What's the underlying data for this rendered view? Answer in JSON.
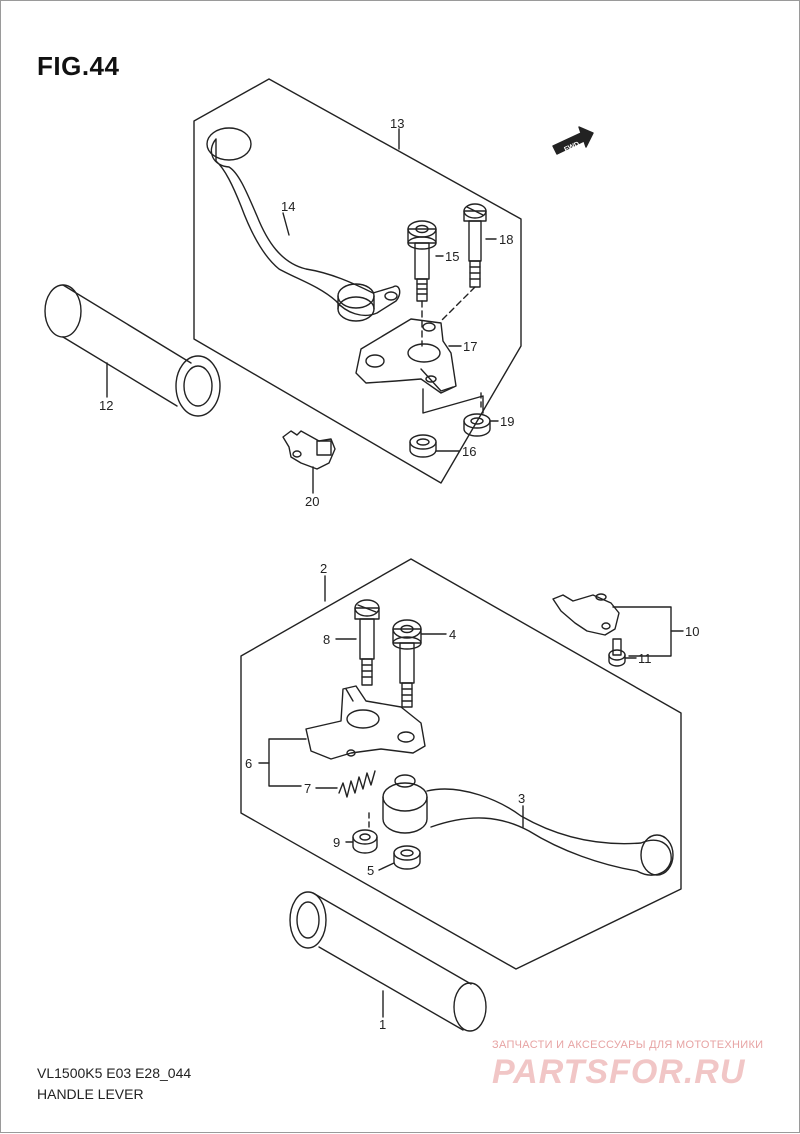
{
  "figure": {
    "title": "FIG.44",
    "model_code": "VL1500K5 E03 E28_044",
    "name": "HANDLE LEVER",
    "fwd_label": "FWD"
  },
  "callouts": {
    "c1": "1",
    "c2": "2",
    "c3": "3",
    "c4": "4",
    "c5": "5",
    "c6": "6",
    "c7": "7",
    "c8": "8",
    "c9": "9",
    "c10": "10",
    "c11": "11",
    "c12": "12",
    "c13": "13",
    "c14": "14",
    "c15": "15",
    "c16": "16",
    "c17": "17",
    "c18": "18",
    "c19": "19",
    "c20": "20"
  },
  "watermark": {
    "tagline": "ЗАПЧАСТИ И АКСЕССУАРЫ ДЛЯ МОТОТЕХНИКИ",
    "logo": "PARTSFOR.RU"
  }
}
